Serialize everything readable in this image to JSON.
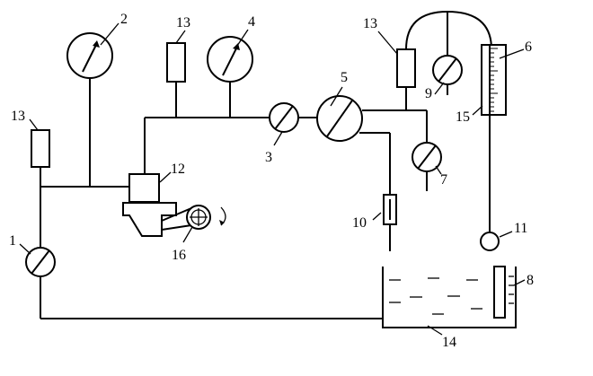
{
  "diagram": {
    "labels": {
      "c1": "1",
      "c2": "2",
      "c3": "3",
      "c4": "4",
      "c5": "5",
      "c6": "6",
      "c7": "7",
      "c8": "8",
      "c9": "9",
      "c10": "10",
      "c11": "11",
      "c12": "12",
      "c13a": "13",
      "c13b": "13",
      "c13c": "13",
      "c14": "14",
      "c15": "15",
      "c16": "16"
    }
  }
}
